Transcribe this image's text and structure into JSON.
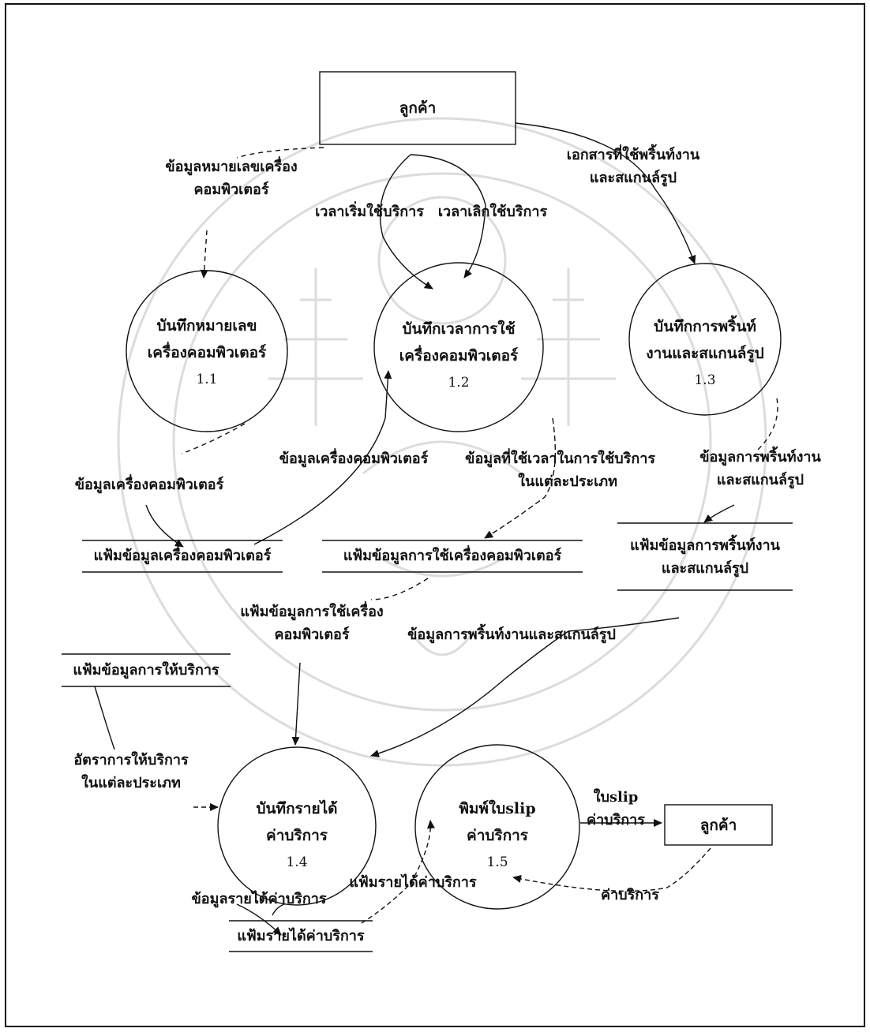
{
  "entities": {
    "customer_top": "ลูกค้า",
    "customer_right": "ลูกค้า"
  },
  "processes": [
    {
      "line1": "บันทึกหมายเลข",
      "line2": "เครื่องคอมพิวเตอร์",
      "id": "1.1"
    },
    {
      "line1": "บันทึกเวลาการใช้",
      "line2": "เครื่องคอมพิวเตอร์",
      "id": "1.2"
    },
    {
      "line1": "บันทึกการพริ้นท์",
      "line2": "งานและสแกนล์รูป",
      "id": "1.3"
    },
    {
      "line1": "บันทึกรายได้",
      "line2": "ค่าบริการ",
      "id": "1.4"
    },
    {
      "line1": "พิมพ์ใบslip",
      "line2": "ค่าบริการ",
      "id": "1.5"
    }
  ],
  "stores": {
    "computer_file": "แฟ้มข้อมูลเครื่องคอมพิวเตอร์",
    "usage_file": "แฟ้มข้อมูลการใช้เครื่องคอมพิวเตอร์",
    "print_file_line1": "แฟ้มข้อมูลการพริ้นท์งาน",
    "print_file_line2": "และสแกนล์รูป",
    "service_file": "แฟ้มข้อมูลการให้บริการ",
    "income_file": "แฟ้มรายได้ค่าบริการ"
  },
  "flows": {
    "computer_number_l1": "ข้อมูลหมายเลขเครื่อง",
    "computer_number_l2": "คอมพิวเตอร์",
    "start_time": "เวลาเริ่มใช้บริการ",
    "end_time": "เวลาเลิกใช้บริการ",
    "docs_l1": "เอกสารที่ใช้พริ้นท์งาน",
    "docs_l2": "และสแกนล์รูป",
    "computer_data_out": "ข้อมูลเครื่องคอมพิวเตอร์",
    "computer_data_in": "ข้อมูลเครื่องคอมพิวเตอร์",
    "usage_time_l1": "ข้อมูลที่ใช้เวลาในการใช้บริการ",
    "usage_time_l2": "ในแต่ละประเภท",
    "print_data_l1": "ข้อมูลการพริ้นท์งาน",
    "print_data_l2": "และสแกนล์รูป",
    "usage_file_l1": "แฟ้มข้อมูลการใช้เครื่อง",
    "usage_file_l2": "คอมพิวเตอร์",
    "print_scan_data": "ข้อมูลการพริ้นท์งานและสแกนล์รูป",
    "rate_l1": "อัตราการให้บริการ",
    "rate_l2": "ในแต่ละประเภท",
    "slip_l1": "ใบslip",
    "slip_l2": "ค่าบริการ",
    "fee": "ค่าบริการ",
    "income_data": "ข้อมูลรายได้ค่าบริการ",
    "income_file_flow": "แฟ้มรายได้ค่าบริการ"
  },
  "colors": {
    "ink": "#111111",
    "watermark": "#d9d9d9"
  }
}
